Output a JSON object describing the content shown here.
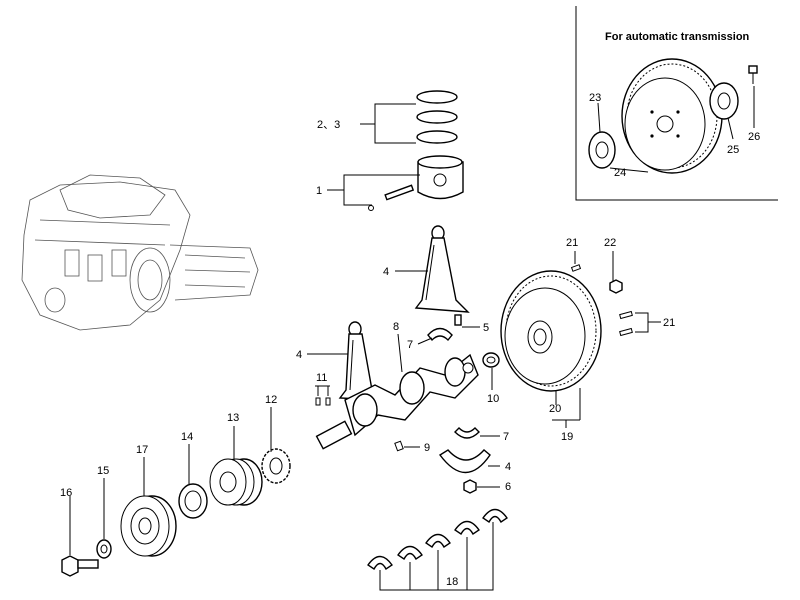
{
  "inset": {
    "title": "For automatic transmission"
  },
  "labels": {
    "l1": "1",
    "l23": "2、3",
    "l4a": "4",
    "l4b": "4",
    "l4c": "4",
    "l5": "5",
    "l6": "6",
    "l7a": "7",
    "l7b": "7",
    "l8": "8",
    "l9": "9",
    "l10": "10",
    "l11": "11",
    "l12": "12",
    "l13": "13",
    "l14": "14",
    "l15": "15",
    "l16": "16",
    "l17": "17",
    "l18": "18",
    "l19": "19",
    "l20": "20",
    "l21a": "21",
    "l21b": "21",
    "l22": "22",
    "l23b": "23",
    "l24": "24",
    "l25": "25",
    "l26": "26"
  }
}
